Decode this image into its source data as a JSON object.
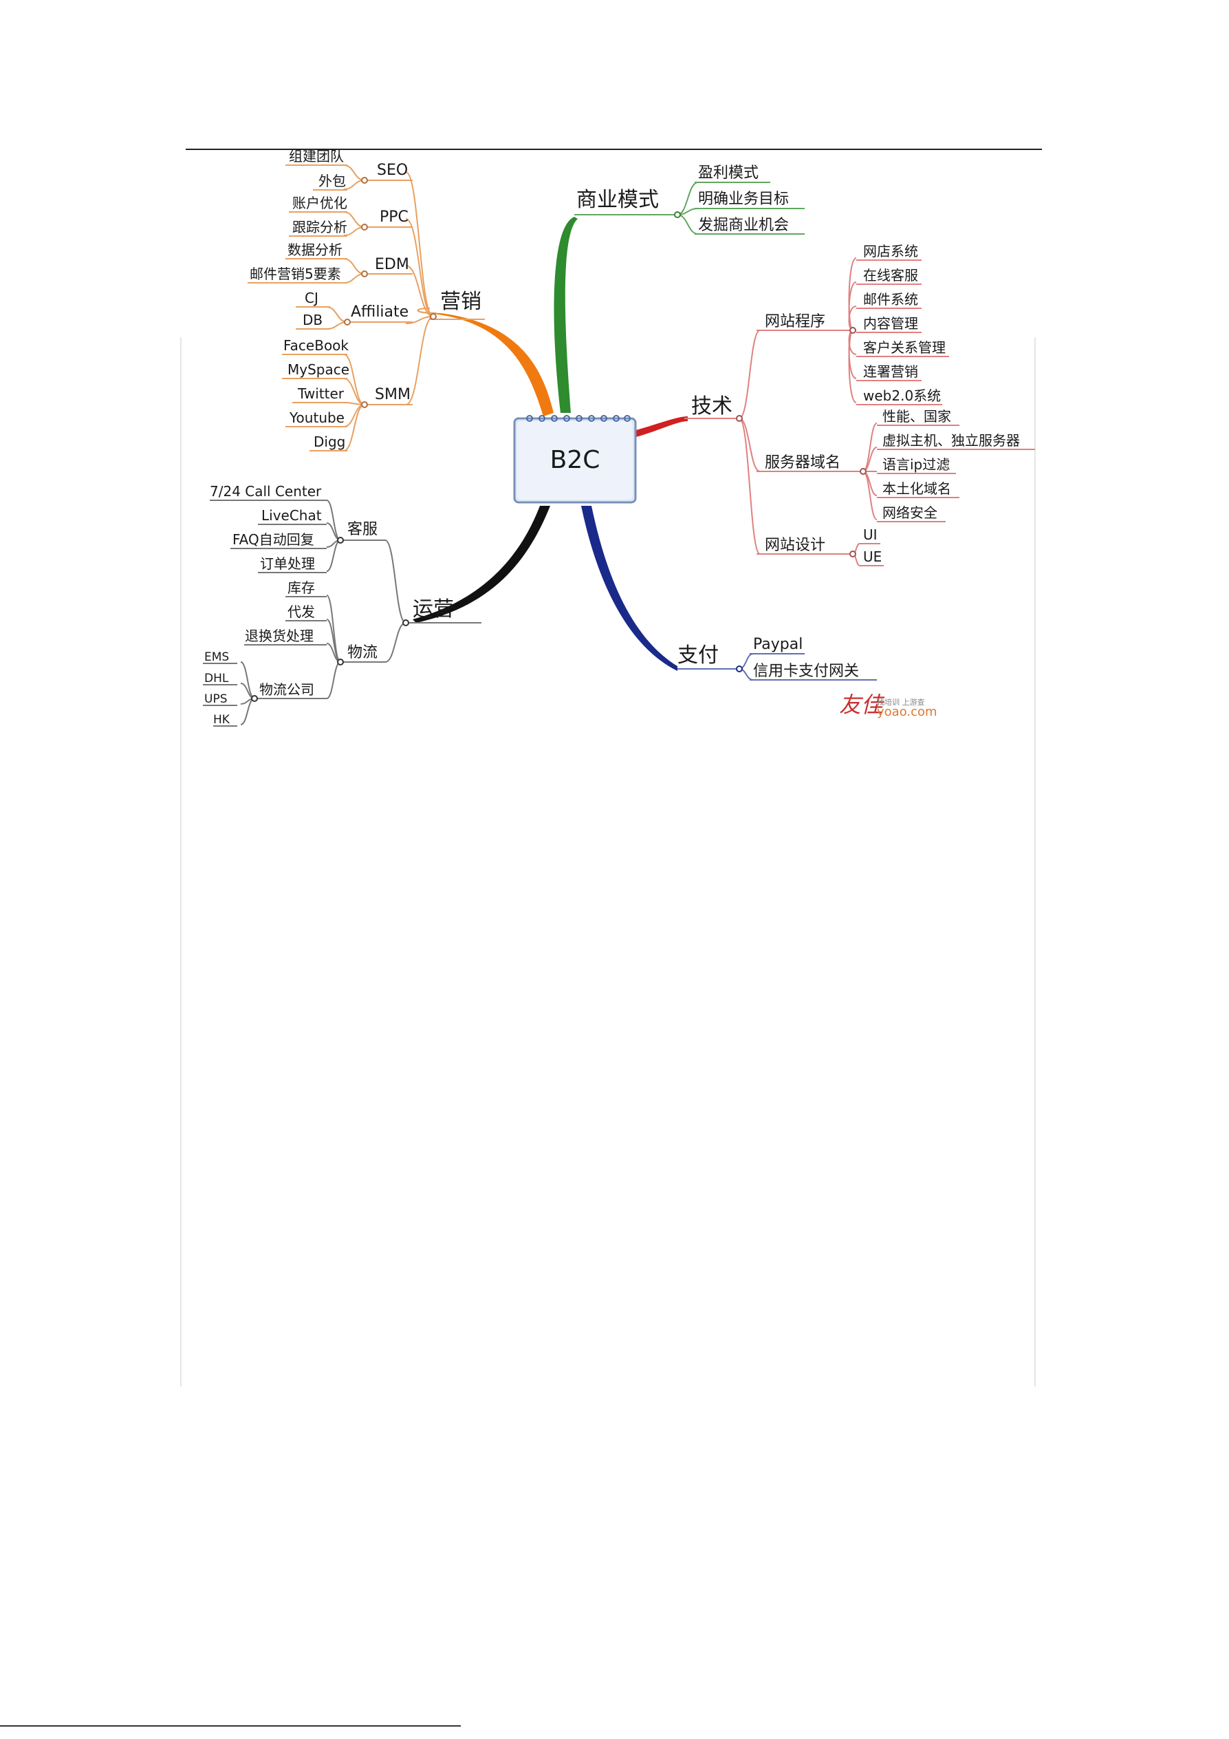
{
  "center": {
    "label": "B2C"
  },
  "branches": {
    "marketing": {
      "label": "营销",
      "color": "#f07a10",
      "groups": [
        {
          "label": "SEO",
          "items": [
            "组建团队",
            "外包"
          ]
        },
        {
          "label": "PPC",
          "items": [
            "账户优化",
            "跟踪分析"
          ]
        },
        {
          "label": "EDM",
          "items": [
            "数据分析",
            "邮件营销5要素"
          ]
        },
        {
          "label": "Affiliate",
          "items": [
            "CJ",
            "DB"
          ]
        },
        {
          "label": "SMM",
          "items": [
            "FaceBook",
            "MySpace",
            "Twitter",
            "Youtube",
            "Digg"
          ]
        }
      ]
    },
    "business": {
      "label": "商业模式",
      "color": "#2e8b2e",
      "items": [
        "盈利模式",
        "明确业务目标",
        "发掘商业机会"
      ]
    },
    "tech": {
      "label": "技术",
      "color": "#d02020",
      "groups": [
        {
          "label": "网站程序",
          "items": [
            "网店系统",
            "在线客服",
            "邮件系统",
            "内容管理",
            "客户关系管理",
            "连署营销",
            "web2.0系统"
          ]
        },
        {
          "label": "服务器域名",
          "items": [
            "性能、国家",
            "虚拟主机、独立服务器",
            "语言ip过滤",
            "本土化域名",
            "网络安全"
          ]
        },
        {
          "label": "网站设计",
          "items": [
            "UI",
            "UE"
          ]
        }
      ]
    },
    "operations": {
      "label": "运营",
      "color": "#111111",
      "groups": [
        {
          "label": "客服",
          "items": [
            "7/24 Call Center",
            "LiveChat",
            "FAQ自动回复",
            "订单处理"
          ]
        },
        {
          "label": "物流",
          "items": [
            "库存",
            "代发",
            "退换货处理",
            "物流公司"
          ],
          "sub": [
            "EMS",
            "DHL",
            "UPS",
            "HK"
          ]
        }
      ]
    },
    "payment": {
      "label": "支付",
      "color": "#1a2a8a",
      "items": [
        "Paypal",
        "信用卡支付网关"
      ]
    }
  },
  "watermark": {
    "logo_text": "友佳",
    "site": "yoao.com",
    "tagline": "找培训 上游查"
  }
}
